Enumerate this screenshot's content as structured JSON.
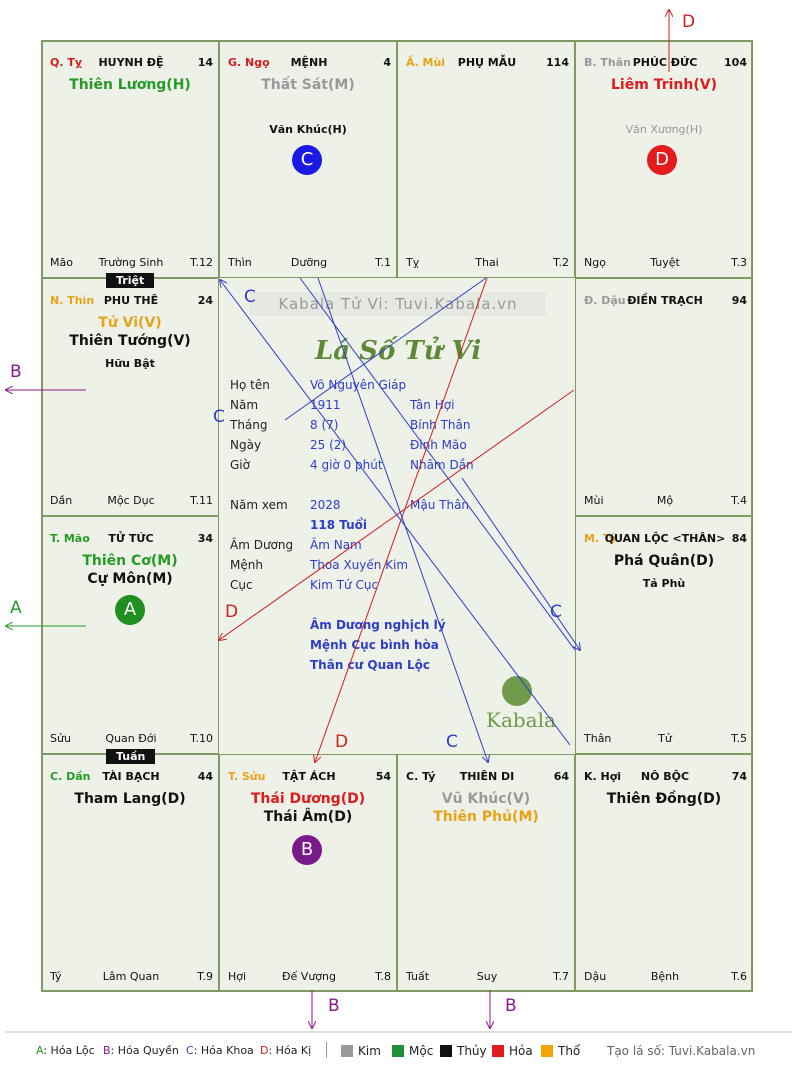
{
  "watermark": "Kabala Tử Vi: Tuvi.Kabala.vn",
  "title": "Lá Số Tử Vi",
  "logo": "Kabala",
  "palaces": [
    {
      "zodiac": "Q. Tỵ",
      "zodiac_color": "#d21e1e",
      "name": "HUYNH ĐỆ",
      "num": "14",
      "stars": [
        {
          "t": "Thiên Lương(H)",
          "c": "#249b24"
        }
      ],
      "minor": [],
      "bl": "Mão",
      "bm": "Trường Sinh",
      "br": "T.12"
    },
    {
      "zodiac": "G. Ngọ",
      "zodiac_color": "#d21e1e",
      "name": "MỆNH",
      "num": "4",
      "stars": [
        {
          "t": "Thất Sát(M)",
          "c": "#999999"
        }
      ],
      "minor": [
        "Văn Khúc(H)"
      ],
      "bl": "Thìn",
      "bm": "Dưỡng",
      "br": "T.1"
    },
    {
      "zodiac": "Ấ. Mùi",
      "zodiac_color": "#e8a317",
      "name": "PHỤ MẪU",
      "num": "114",
      "stars": [],
      "minor": [],
      "bl": "Tỵ",
      "bm": "Thai",
      "br": "T.2"
    },
    {
      "zodiac": "B. Thân",
      "zodiac_color": "#999999",
      "name": "PHÚC ĐỨC",
      "num": "104",
      "stars": [
        {
          "t": "Liêm Trinh(V)",
          "c": "#e01b1b"
        }
      ],
      "minor": [
        "Văn Xương(H)"
      ],
      "bl": "Ngọ",
      "bm": "Tuyệt",
      "br": "T.3"
    },
    {
      "zodiac": "N. Thìn",
      "zodiac_color": "#e8a317",
      "name": "PHU THÊ",
      "num": "24",
      "stars": [
        {
          "t": "Tử Vi(V)",
          "c": "#e8a317"
        },
        {
          "t": "Thiên Tướng(V)",
          "c": "#111111"
        }
      ],
      "minor": [
        "Hữu Bật"
      ],
      "bl": "Dần",
      "bm": "Mộc Dục",
      "br": "T.11"
    },
    {
      "zodiac": "Đ. Dậu",
      "zodiac_color": "#999999",
      "name": "ĐIỀN TRẠCH",
      "num": "94",
      "stars": [],
      "minor": [],
      "bl": "Mùi",
      "bm": "Mộ",
      "br": "T.4"
    },
    {
      "zodiac": "T. Mão",
      "zodiac_color": "#249b24",
      "name": "TỬ TỨC",
      "num": "34",
      "stars": [
        {
          "t": "Thiên Cơ(M)",
          "c": "#249b24"
        },
        {
          "t": "Cự Môn(M)",
          "c": "#111111"
        }
      ],
      "minor": [],
      "bl": "Sửu",
      "bm": "Quan Đới",
      "br": "T.10"
    },
    {
      "zodiac": "M. Tý",
      "zodiac_color": "#e8a317",
      "name": "QUAN LỘC <THÂN>",
      "num": "84",
      "stars": [
        {
          "t": "Phá Quân(D)",
          "c": "#111111"
        }
      ],
      "minor": [
        "Tả Phù"
      ],
      "bl": "Thân",
      "bm": "Tử",
      "br": "T.5"
    },
    {
      "zodiac": "C. Dần",
      "zodiac_color": "#249b24",
      "name": "TÀI BẠCH",
      "num": "44",
      "stars": [
        {
          "t": "Tham Lang(D)",
          "c": "#111111"
        }
      ],
      "minor": [],
      "bl": "Tý",
      "bm": "Lâm Quan",
      "br": "T.9"
    },
    {
      "zodiac": "T. Sửu",
      "zodiac_color": "#e8a317",
      "name": "TẬT ÁCH",
      "num": "54",
      "stars": [
        {
          "t": "Thái Dương(D)",
          "c": "#e01b1b"
        },
        {
          "t": "Thái Âm(D)",
          "c": "#111111"
        }
      ],
      "minor": [],
      "bl": "Hợi",
      "bm": "Đế Vượng",
      "br": "T.8"
    },
    {
      "zodiac": "C. Tý",
      "zodiac_color": "#111111",
      "name": "THIÊN DI",
      "num": "64",
      "stars": [
        {
          "t": "Vũ Khúc(V)",
          "c": "#999999"
        },
        {
          "t": "Thiên Phủ(M)",
          "c": "#e8a317"
        }
      ],
      "minor": [],
      "bl": "Tuất",
      "bm": "Suy",
      "br": "T.7"
    },
    {
      "zodiac": "K. Hợi",
      "zodiac_color": "#111111",
      "name": "NÔ BỘC",
      "num": "74",
      "stars": [
        {
          "t": "Thiên Đồng(D)",
          "c": "#111111"
        }
      ],
      "minor": [],
      "bl": "Dậu",
      "bm": "Bệnh",
      "br": "T.6"
    }
  ],
  "markers": {
    "triet": "Triệt",
    "tuan": "Tuần"
  },
  "badges": {
    "c": "C",
    "d": "D",
    "a": "A",
    "b": "B"
  },
  "info": {
    "rows": [
      {
        "k": "Họ tên",
        "v": "Võ Nguyên Giáp",
        "c": ""
      },
      {
        "k": "Năm",
        "v": "1911",
        "c": "Tân Hợi"
      },
      {
        "k": "Tháng",
        "v": "8  (7)",
        "c": "Bính Thân"
      },
      {
        "k": "Ngày",
        "v": "25  (2)",
        "c": "Đinh Mão"
      },
      {
        "k": "Giờ",
        "v": "4 giờ 0 phút",
        "c": "Nhâm Dần"
      },
      {
        "k": "Năm xem",
        "v": "2028",
        "c": "Mậu Thân"
      }
    ],
    "age": "118 Tuổi",
    "rows2": [
      {
        "k": "Âm Dương",
        "v": "Âm Nam"
      },
      {
        "k": "Mệnh",
        "v": "Thoa Xuyến Kim"
      },
      {
        "k": "Cục",
        "v": "Kim Tứ Cục"
      }
    ],
    "notes": [
      "Âm Dương nghịch lý",
      "Mệnh Cục bình hòa",
      "Thân cư Quan Lộc"
    ]
  },
  "arrow_labels": {
    "top_d": "D",
    "left_b": "B",
    "left_a": "A",
    "bottom_b1": "B",
    "bottom_b2": "B",
    "c1": "C",
    "c2": "C",
    "c3": "C",
    "c4": "C",
    "d1": "D",
    "d2": "D"
  },
  "legend": {
    "hoa": [
      {
        "k": "A",
        "t": ": Hóa Lộc",
        "c": "#249b24"
      },
      {
        "k": "B",
        "t": ": Hóa Quyền",
        "c": "#8a1a8a"
      },
      {
        "k": "C",
        "t": ": Hóa Khoa",
        "c": "#2d3ec8"
      },
      {
        "k": "D",
        "t": ": Hóa Kị",
        "c": "#d21e1e"
      }
    ],
    "elements": [
      {
        "t": "Kim",
        "c": "#999999"
      },
      {
        "t": "Mộc",
        "c": "#1f8f3a"
      },
      {
        "t": "Thủy",
        "c": "#111111"
      },
      {
        "t": "Hỏa",
        "c": "#e01b1b"
      },
      {
        "t": "Thổ",
        "c": "#f5a500"
      }
    ],
    "credit": "Tạo lá số: Tuvi.Kabala.vn"
  },
  "colors": {
    "green": "#249b24",
    "purple": "#8a1a8a",
    "blue": "#2d3ec8",
    "red": "#d21e1e"
  }
}
